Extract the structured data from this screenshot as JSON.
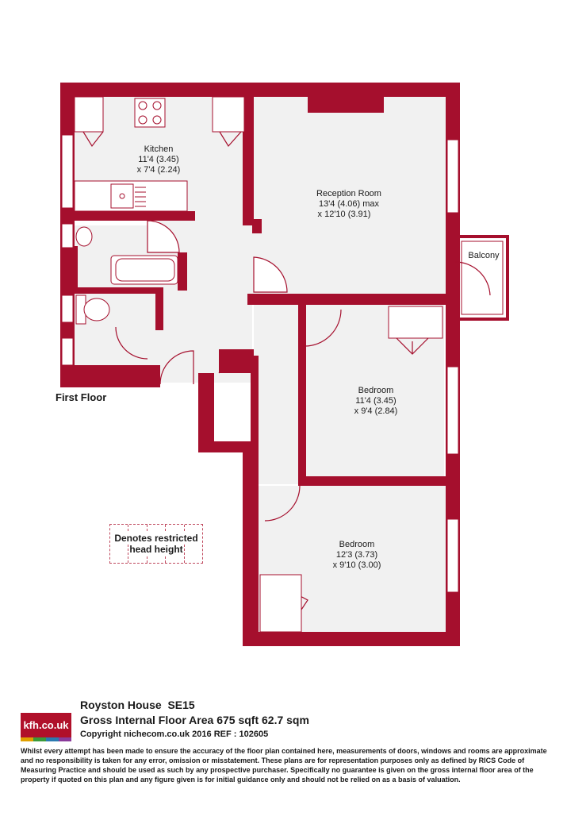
{
  "plan": {
    "colors": {
      "wall": "#a50f2d",
      "floor": "#f1f1f1",
      "fixture_line": "#a50f2d",
      "restricted_line": "#c0495e"
    },
    "floor_label": "First Floor",
    "rooms": {
      "kitchen": {
        "name": "Kitchen",
        "dim1": "11'4 (3.45)",
        "dim2": "x 7'4 (2.24)"
      },
      "reception": {
        "name": "Reception Room",
        "dim1": "13'4 (4.06) max",
        "dim2": "x 12'10 (3.91)"
      },
      "balcony": {
        "name": "Balcony"
      },
      "bedroom1": {
        "name": "Bedroom",
        "dim1": "11'4 (3.45)",
        "dim2": "x 9'4 (2.84)"
      },
      "bedroom2": {
        "name": "Bedroom",
        "dim1": "12'3 (3.73)",
        "dim2": "x 9'10 (3.00)"
      }
    },
    "restricted": {
      "line1": "Denotes restricted",
      "line2": "head height"
    }
  },
  "footer": {
    "logo": {
      "text": "kfh.co.uk",
      "bar_colors": [
        "#e0a000",
        "#3a9a3a",
        "#2a7ab0",
        "#8a3a9a"
      ]
    },
    "property_name": "Royston House  SE15",
    "area": "Gross Internal Floor Area 675 sqft 62.7 sqm",
    "copyright": "Copyright nichecom.co.uk 2016 REF : 102605",
    "disclaimer": "Whilst every attempt has been made to ensure the accuracy of the floor plan contained here, measurements of doors, windows and rooms are approximate and no responsibility is taken for any error, omission or misstatement.  These plans are for representation purposes only as defined by RICS Code of Measuring Practice and should be used as such by any prospective purchaser.  Specifically no guarantee is given on the gross internal floor area of the property if quoted on this plan and any figure given is for initial guidance only and should not be relied on as a basis of valuation."
  }
}
